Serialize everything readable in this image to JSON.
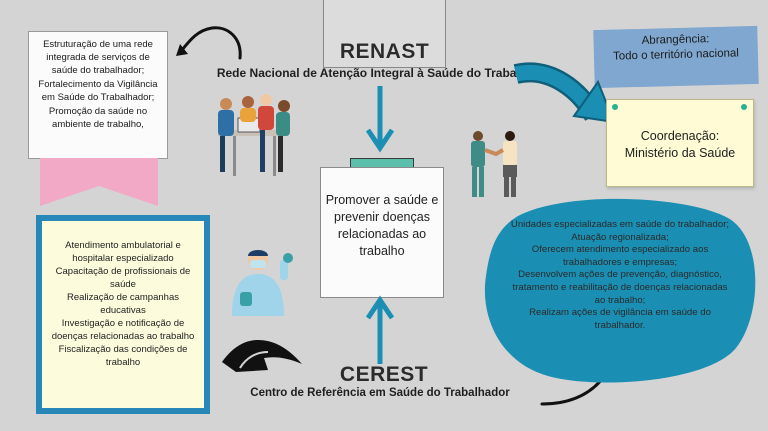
{
  "renast": {
    "title": "RENAST",
    "subtitle": "Rede Nacional de Atenção Integral à Saúde do Trabalhador"
  },
  "left_note": {
    "items": [
      "Estruturação de uma rede integrada de serviços de saúde do trabalhador;",
      "Fortalecimento da Vigilância em Saúde do Trabalhador;",
      "Promoção da saúde no ambiente de trabalho,"
    ]
  },
  "abrangencia": {
    "label": "Abrangência:",
    "value": "Todo o território nacional"
  },
  "coordenacao": {
    "label": "Coordenação:",
    "value": "Ministério da Saúde"
  },
  "center": {
    "text": "Promover a saúde e prevenir doenças relacionadas ao trabalho"
  },
  "cerest": {
    "title": "CEREST",
    "subtitle": "Centro de Referência em Saúde do Trabalhador",
    "services": [
      "Atendimento ambulatorial e hospitalar especializado",
      "Capacitação de profissionais de saúde",
      "Realização de campanhas educativas",
      "Investigação e notificação de doenças relacionadas ao trabalho",
      "Fiscalização das condições de trabalho"
    ],
    "features": [
      "Unidades especializadas em saúde do trabalhador;",
      "Atuação regionalizada;",
      "Oferecem atendimento especializado aos trabalhadores e empresas;",
      "Desenvolvem ações de prevenção, diagnóstico, tratamento e reabilitação de doenças relacionadas ao trabalho;",
      "Realizam ações de vigilância em saúde do trabalhador."
    ]
  },
  "colors": {
    "background": "#d4d4d4",
    "teal": "#5bbfab",
    "blue": "#2687b8",
    "cyan_arrow": "#1a8fb3",
    "note_yellow": "#fffbd4",
    "ribbon_pink": "#f2a9c6"
  },
  "illustrations": [
    "team-working-illustration",
    "handshake-illustration",
    "health-worker-illustration"
  ]
}
